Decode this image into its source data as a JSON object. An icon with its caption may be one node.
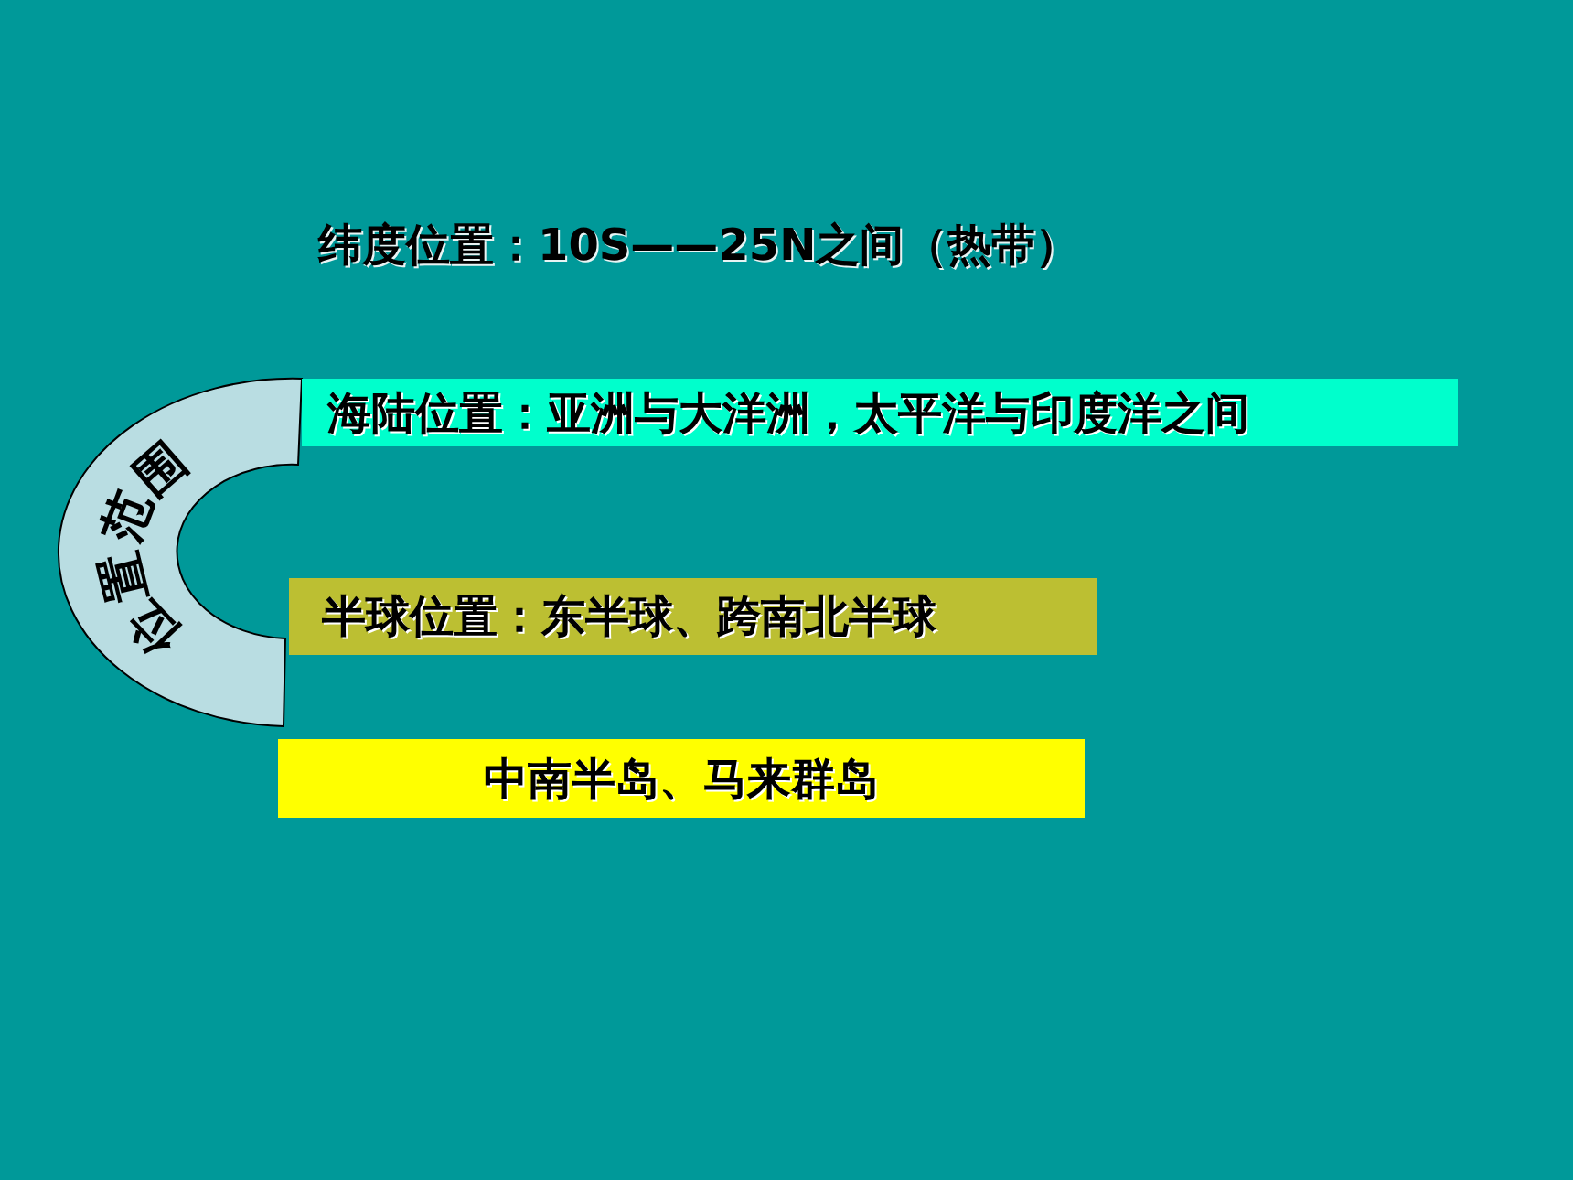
{
  "diagram": {
    "nodes": [
      {
        "text": [
          "位置范围"
        ]
      },
      {
        "text": [
          "海陆位置：亚洲与大洋洲，太平洋与印度洋之间"
        ]
      },
      {
        "text": [
          "半球位置：东半球、跨南北半球"
        ]
      },
      {
        "text": [
          "中南半岛、马来群岛"
        ]
      }
    ],
    "labels": [
      "纬度位置：10S——25N之间（热带）"
    ]
  }
}
